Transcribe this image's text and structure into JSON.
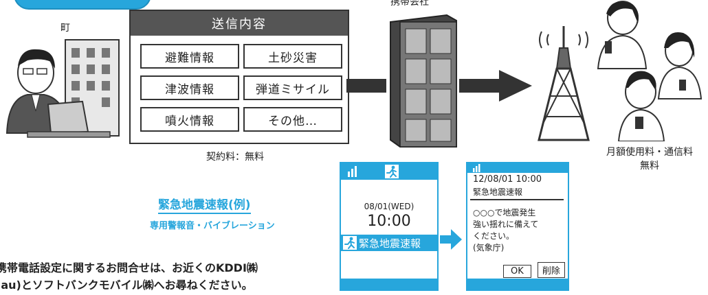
{
  "labels": {
    "town": "町",
    "carrier": "携帯会社",
    "contract_fee": "契約料：無料",
    "monthly_fee_line1": "月額使用料・通信料",
    "monthly_fee_line2": "無料"
  },
  "content_box": {
    "title": "送信内容",
    "items": [
      "避難情報",
      "土砂災害",
      "津波情報",
      "弾道ミサイル",
      "噴火情報",
      "その他…"
    ]
  },
  "example": {
    "title": "緊急地震速報(例)",
    "subtitle": "専用警報音・バイブレーション"
  },
  "phone1": {
    "date": "08/01(WED)",
    "time": "10:00",
    "alert": "緊急地震速報"
  },
  "phone2": {
    "datetime": "12/08/01 10:00",
    "heading": "緊急地震速報",
    "message_lines": [
      "○○○で地震発生",
      "強い揺れに備えて",
      "ください。",
      "(気象庁)"
    ],
    "ok_label": "OK",
    "delete_label": "削除"
  },
  "footer": {
    "line1": "携帯電話設定に関するお問合せは、お近くのKDDI㈱",
    "line2": "(au)とソフトバンクモバイル㈱へお尋ねください。"
  },
  "colors": {
    "accent": "#27a6dc",
    "box_header": "#555555",
    "outline": "#333333"
  }
}
